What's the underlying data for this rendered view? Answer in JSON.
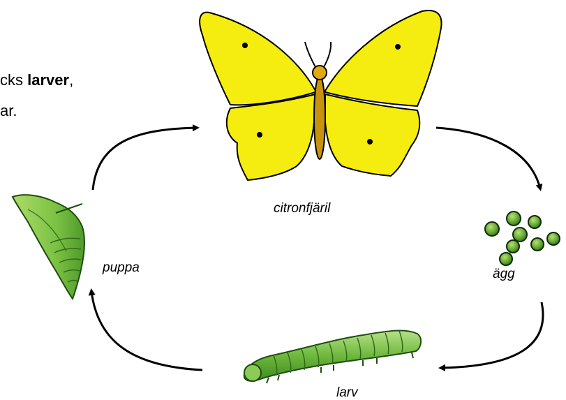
{
  "intro": {
    "line1_prefix": "cks ",
    "line1_bold": "larver",
    "line1_suffix": ",",
    "line2": "ar."
  },
  "stages": {
    "butterfly": "citronfjäril",
    "eggs": "ägg",
    "larva": "larv",
    "pupa": "puppa"
  },
  "colors": {
    "wing": "#f5ec10",
    "body": "#c8930c",
    "green": "#7cc243",
    "dark_green": "#2f6b1c"
  }
}
